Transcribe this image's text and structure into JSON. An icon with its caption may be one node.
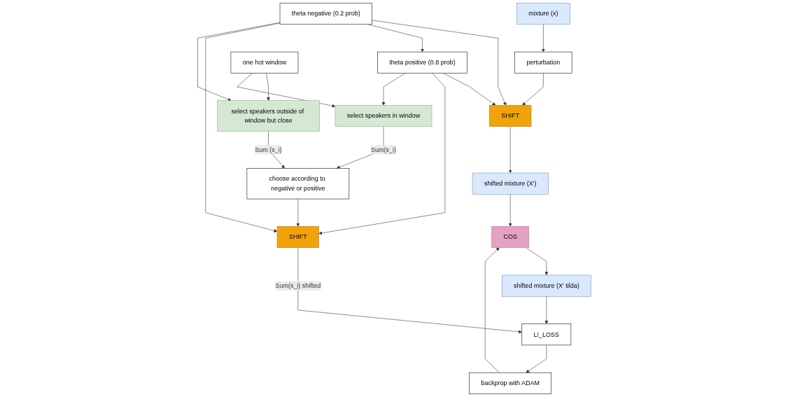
{
  "diagram": {
    "nodes": [
      {
        "text": [
          "mixture (x)"
        ]
      },
      {
        "text": [
          "perturbation"
        ]
      },
      {
        "text": [
          "SHIFT"
        ]
      },
      {
        "text": [
          "shifted mixture (X')"
        ]
      },
      {
        "text": [
          "COS"
        ]
      },
      {
        "text": [
          "shifted mixture (X' tilda)"
        ]
      },
      {
        "text": [
          "theta negative (0.2 prob)"
        ]
      },
      {
        "text": [
          "theta positive (0.8 prob)"
        ]
      },
      {
        "text": [
          "L!_LOSS"
        ]
      },
      {
        "text": [
          "SHIFT"
        ]
      },
      {
        "text": [
          "select speakers outside of window but close"
        ]
      },
      {
        "text": [
          "backprop with ADAM"
        ]
      },
      {
        "text": [
          "select speakers in window"
        ]
      },
      {
        "text": [
          "choose according to negative or positive"
        ]
      },
      {
        "text": [
          "one hot window"
        ]
      }
    ],
    "edges": [
      {
        "from": 0,
        "to": 1,
        "arrow": "to"
      },
      {
        "from": 1,
        "to": 2,
        "arrow": "to"
      },
      {
        "from": 2,
        "to": 3,
        "arrow": "to"
      },
      {
        "from": 3,
        "to": 4,
        "arrow": "to"
      },
      {
        "from": 4,
        "to": 5,
        "arrow": "to"
      },
      {
        "from": 5,
        "to": 8,
        "arrow": "to"
      },
      {
        "from": 6,
        "to": 2,
        "arrow": "to"
      },
      {
        "from": 7,
        "to": 2,
        "arrow": "to"
      },
      {
        "from": 6,
        "to": 7,
        "arrow": "to"
      },
      {
        "from": 6,
        "to": 9,
        "arrow": "to"
      },
      {
        "from": 7,
        "to": 9,
        "arrow": "to"
      },
      {
        "from": 6,
        "to": 10,
        "arrow": "to"
      },
      {
        "from": 7,
        "to": 12,
        "arrow": "to"
      },
      {
        "from": 9,
        "to": 8,
        "arrow": "to",
        "label": "Sum(s_i) shifted"
      },
      {
        "from": 8,
        "to": 11,
        "arrow": "to"
      },
      {
        "from": 11,
        "to": 4,
        "arrow": "to"
      },
      {
        "from": 10,
        "to": 13,
        "arrow": "to",
        "label": "Sum (s_i)"
      },
      {
        "from": 12,
        "to": 13,
        "arrow": "to",
        "label": "Sum(s_i)"
      },
      {
        "from": 13,
        "to": 9,
        "arrow": "to"
      },
      {
        "from": 14,
        "to": 10,
        "arrow": "to"
      },
      {
        "from": 14,
        "to": 12,
        "arrow": "to"
      }
    ]
  }
}
